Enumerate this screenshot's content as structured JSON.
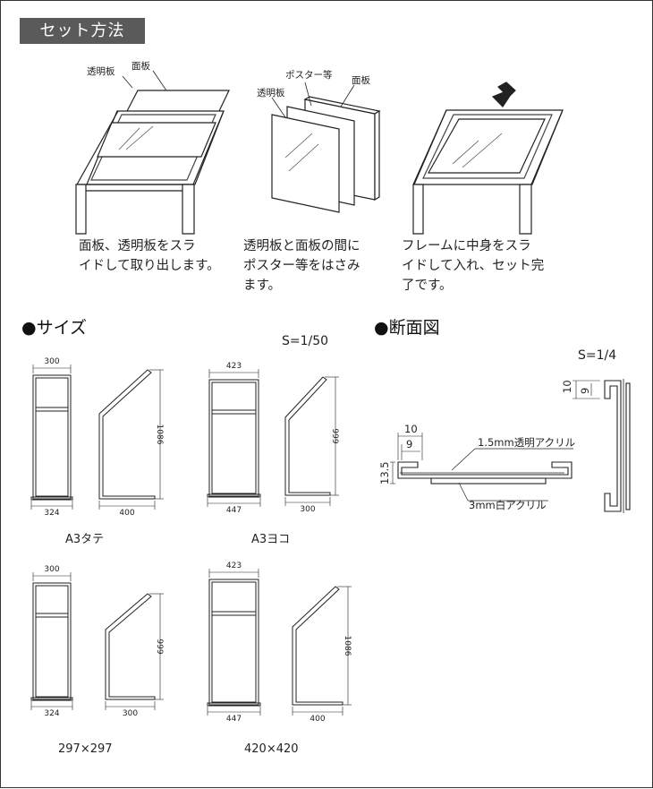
{
  "header": {
    "title": "セット方法"
  },
  "steps": [
    {
      "caption": "面板、透明板をスラ\nイドして取り出します。",
      "labels": [
        "透明板",
        "面板"
      ]
    },
    {
      "caption": "透明板と面板の間に\nポスター等をはさみ\nます。",
      "labels": [
        "ポスター等",
        "面板",
        "透明板"
      ]
    },
    {
      "caption": "フレームに中身をスラ\nイドして入れ、セット完\n了です。",
      "labels": []
    }
  ],
  "size_section": {
    "title": "●サイズ",
    "scale": "S=1/50"
  },
  "section_section": {
    "title": "●断面図",
    "scale": "S=1/4"
  },
  "models": [
    {
      "name": "A3タテ",
      "top_width": "300",
      "bottom_width": "324",
      "height": "1086",
      "depth": "400"
    },
    {
      "name": "A3ヨコ",
      "top_width": "423",
      "bottom_width": "447",
      "height": "999",
      "depth": "300"
    },
    {
      "name": "297×297",
      "top_width": "300",
      "bottom_width": "324",
      "height": "999",
      "depth": "300"
    },
    {
      "name": "420×420",
      "top_width": "423",
      "bottom_width": "447",
      "height": "1086",
      "depth": "400"
    }
  ],
  "cross_section": {
    "dim_outer": "10",
    "dim_inner": "9",
    "dim_height": "13.5",
    "label_top": "1.5mm透明アクリル",
    "label_bottom": "3mm白アクリル",
    "side_outer": "10",
    "side_inner": "9"
  }
}
